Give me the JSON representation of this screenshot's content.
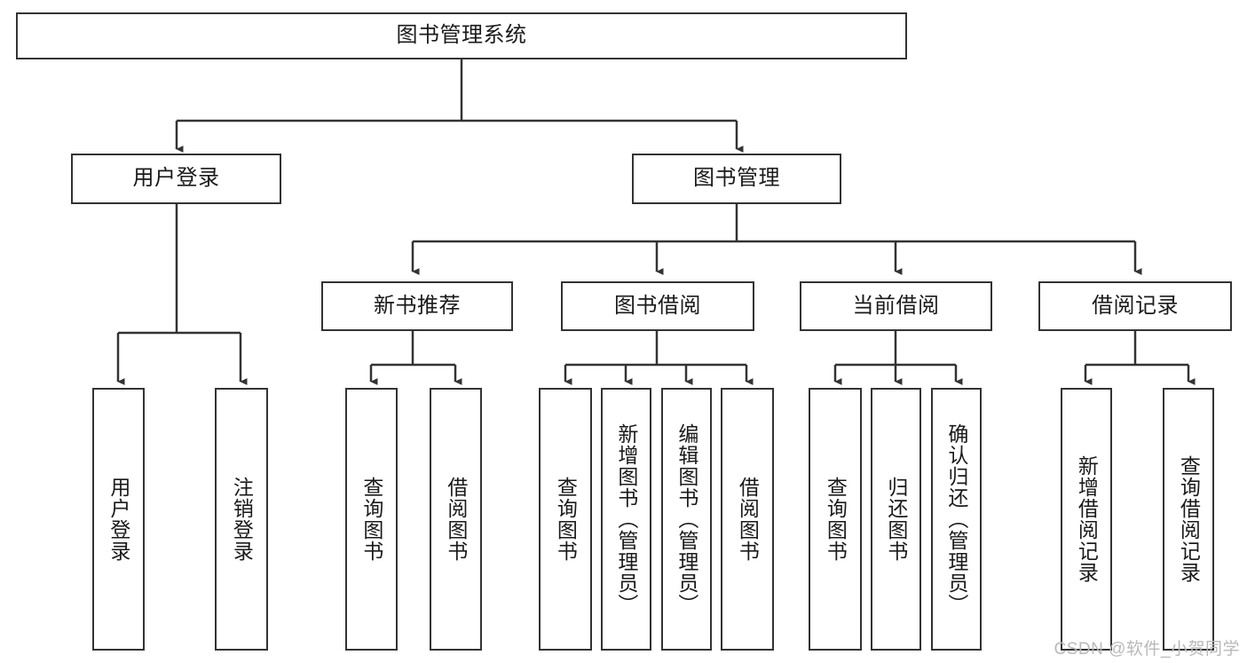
{
  "diagram": {
    "type": "tree-hierarchy-chart",
    "title": "图书管理系统",
    "watermark": "CSDN @软件_小贺同学",
    "colors": {
      "stroke": "#333333",
      "fill": "#ffffff",
      "text": "#1a1a1a",
      "watermark": "#b9b9b9"
    },
    "levels": [
      {
        "level": 1,
        "nodes": [
          {
            "id": "root",
            "label": "图书管理系统",
            "orientation": "horizontal"
          }
        ]
      },
      {
        "level": 2,
        "nodes": [
          {
            "id": "login",
            "label": "用户登录",
            "orientation": "horizontal",
            "parent": "root"
          },
          {
            "id": "bookmgmt",
            "label": "图书管理",
            "orientation": "horizontal",
            "parent": "root"
          }
        ]
      },
      {
        "level": 3,
        "nodes": [
          {
            "id": "newbook",
            "label": "新书推荐",
            "orientation": "horizontal",
            "parent": "bookmgmt"
          },
          {
            "id": "borrow",
            "label": "图书借阅",
            "orientation": "horizontal",
            "parent": "bookmgmt"
          },
          {
            "id": "current",
            "label": "当前借阅",
            "orientation": "horizontal",
            "parent": "bookmgmt"
          },
          {
            "id": "records",
            "label": "借阅记录",
            "orientation": "horizontal",
            "parent": "bookmgmt"
          }
        ]
      },
      {
        "level": 4,
        "nodes": [
          {
            "id": "leaf-1",
            "label": "用户登录",
            "orientation": "vertical",
            "parent": "login"
          },
          {
            "id": "leaf-2",
            "label": "注销登录",
            "orientation": "vertical",
            "parent": "login"
          },
          {
            "id": "leaf-3",
            "label": "查询图书",
            "orientation": "vertical",
            "parent": "newbook"
          },
          {
            "id": "leaf-4",
            "label": "借阅图书",
            "orientation": "vertical",
            "parent": "newbook"
          },
          {
            "id": "leaf-5",
            "label": "查询图书",
            "orientation": "vertical",
            "parent": "borrow"
          },
          {
            "id": "leaf-6",
            "label": "新增图书（管理员）",
            "orientation": "vertical",
            "parent": "borrow"
          },
          {
            "id": "leaf-7",
            "label": "编辑图书（管理员）",
            "orientation": "vertical",
            "parent": "borrow"
          },
          {
            "id": "leaf-8",
            "label": "借阅图书",
            "orientation": "vertical",
            "parent": "borrow"
          },
          {
            "id": "leaf-9",
            "label": "查询图书",
            "orientation": "vertical",
            "parent": "current"
          },
          {
            "id": "leaf-10",
            "label": "归还图书",
            "orientation": "vertical",
            "parent": "current"
          },
          {
            "id": "leaf-11",
            "label": "确认归还（管理员）",
            "orientation": "vertical",
            "parent": "current"
          },
          {
            "id": "leaf-12",
            "label": "新增借阅记录",
            "orientation": "vertical",
            "parent": "records"
          },
          {
            "id": "leaf-13",
            "label": "查询借阅记录",
            "orientation": "vertical",
            "parent": "records"
          }
        ]
      }
    ]
  }
}
